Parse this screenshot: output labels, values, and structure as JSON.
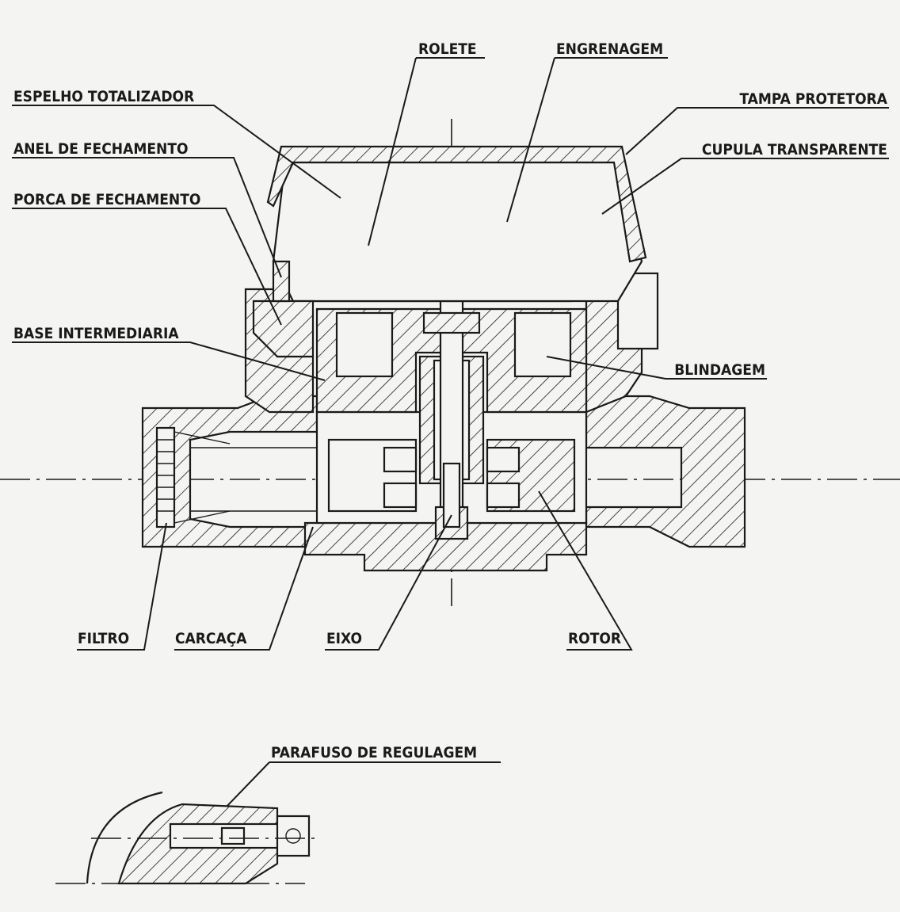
{
  "labels": {
    "rolete": "ROLETE",
    "engrenagem": "ENGRENAGEM",
    "espelho_totalizador": "ESPELHO TOTALIZADOR",
    "tampa_protetora": "TAMPA PROTETORA",
    "anel_de_fechamento": "ANEL DE FECHAMENTO",
    "cupula_transparente": "CUPULA TRANSPARENTE",
    "porca_de_fechamento": "PORCA DE FECHAMENTO",
    "base_intermediaria": "BASE INTERMEDIARIA",
    "blindagem": "BLINDAGEM",
    "filtro": "FILTRO",
    "carcaca": "CARCAÇA",
    "eixo": "EIXO",
    "rotor": "ROTOR",
    "parafuso_de_regulagem": "PARAFUSO DE REGULAGEM"
  }
}
